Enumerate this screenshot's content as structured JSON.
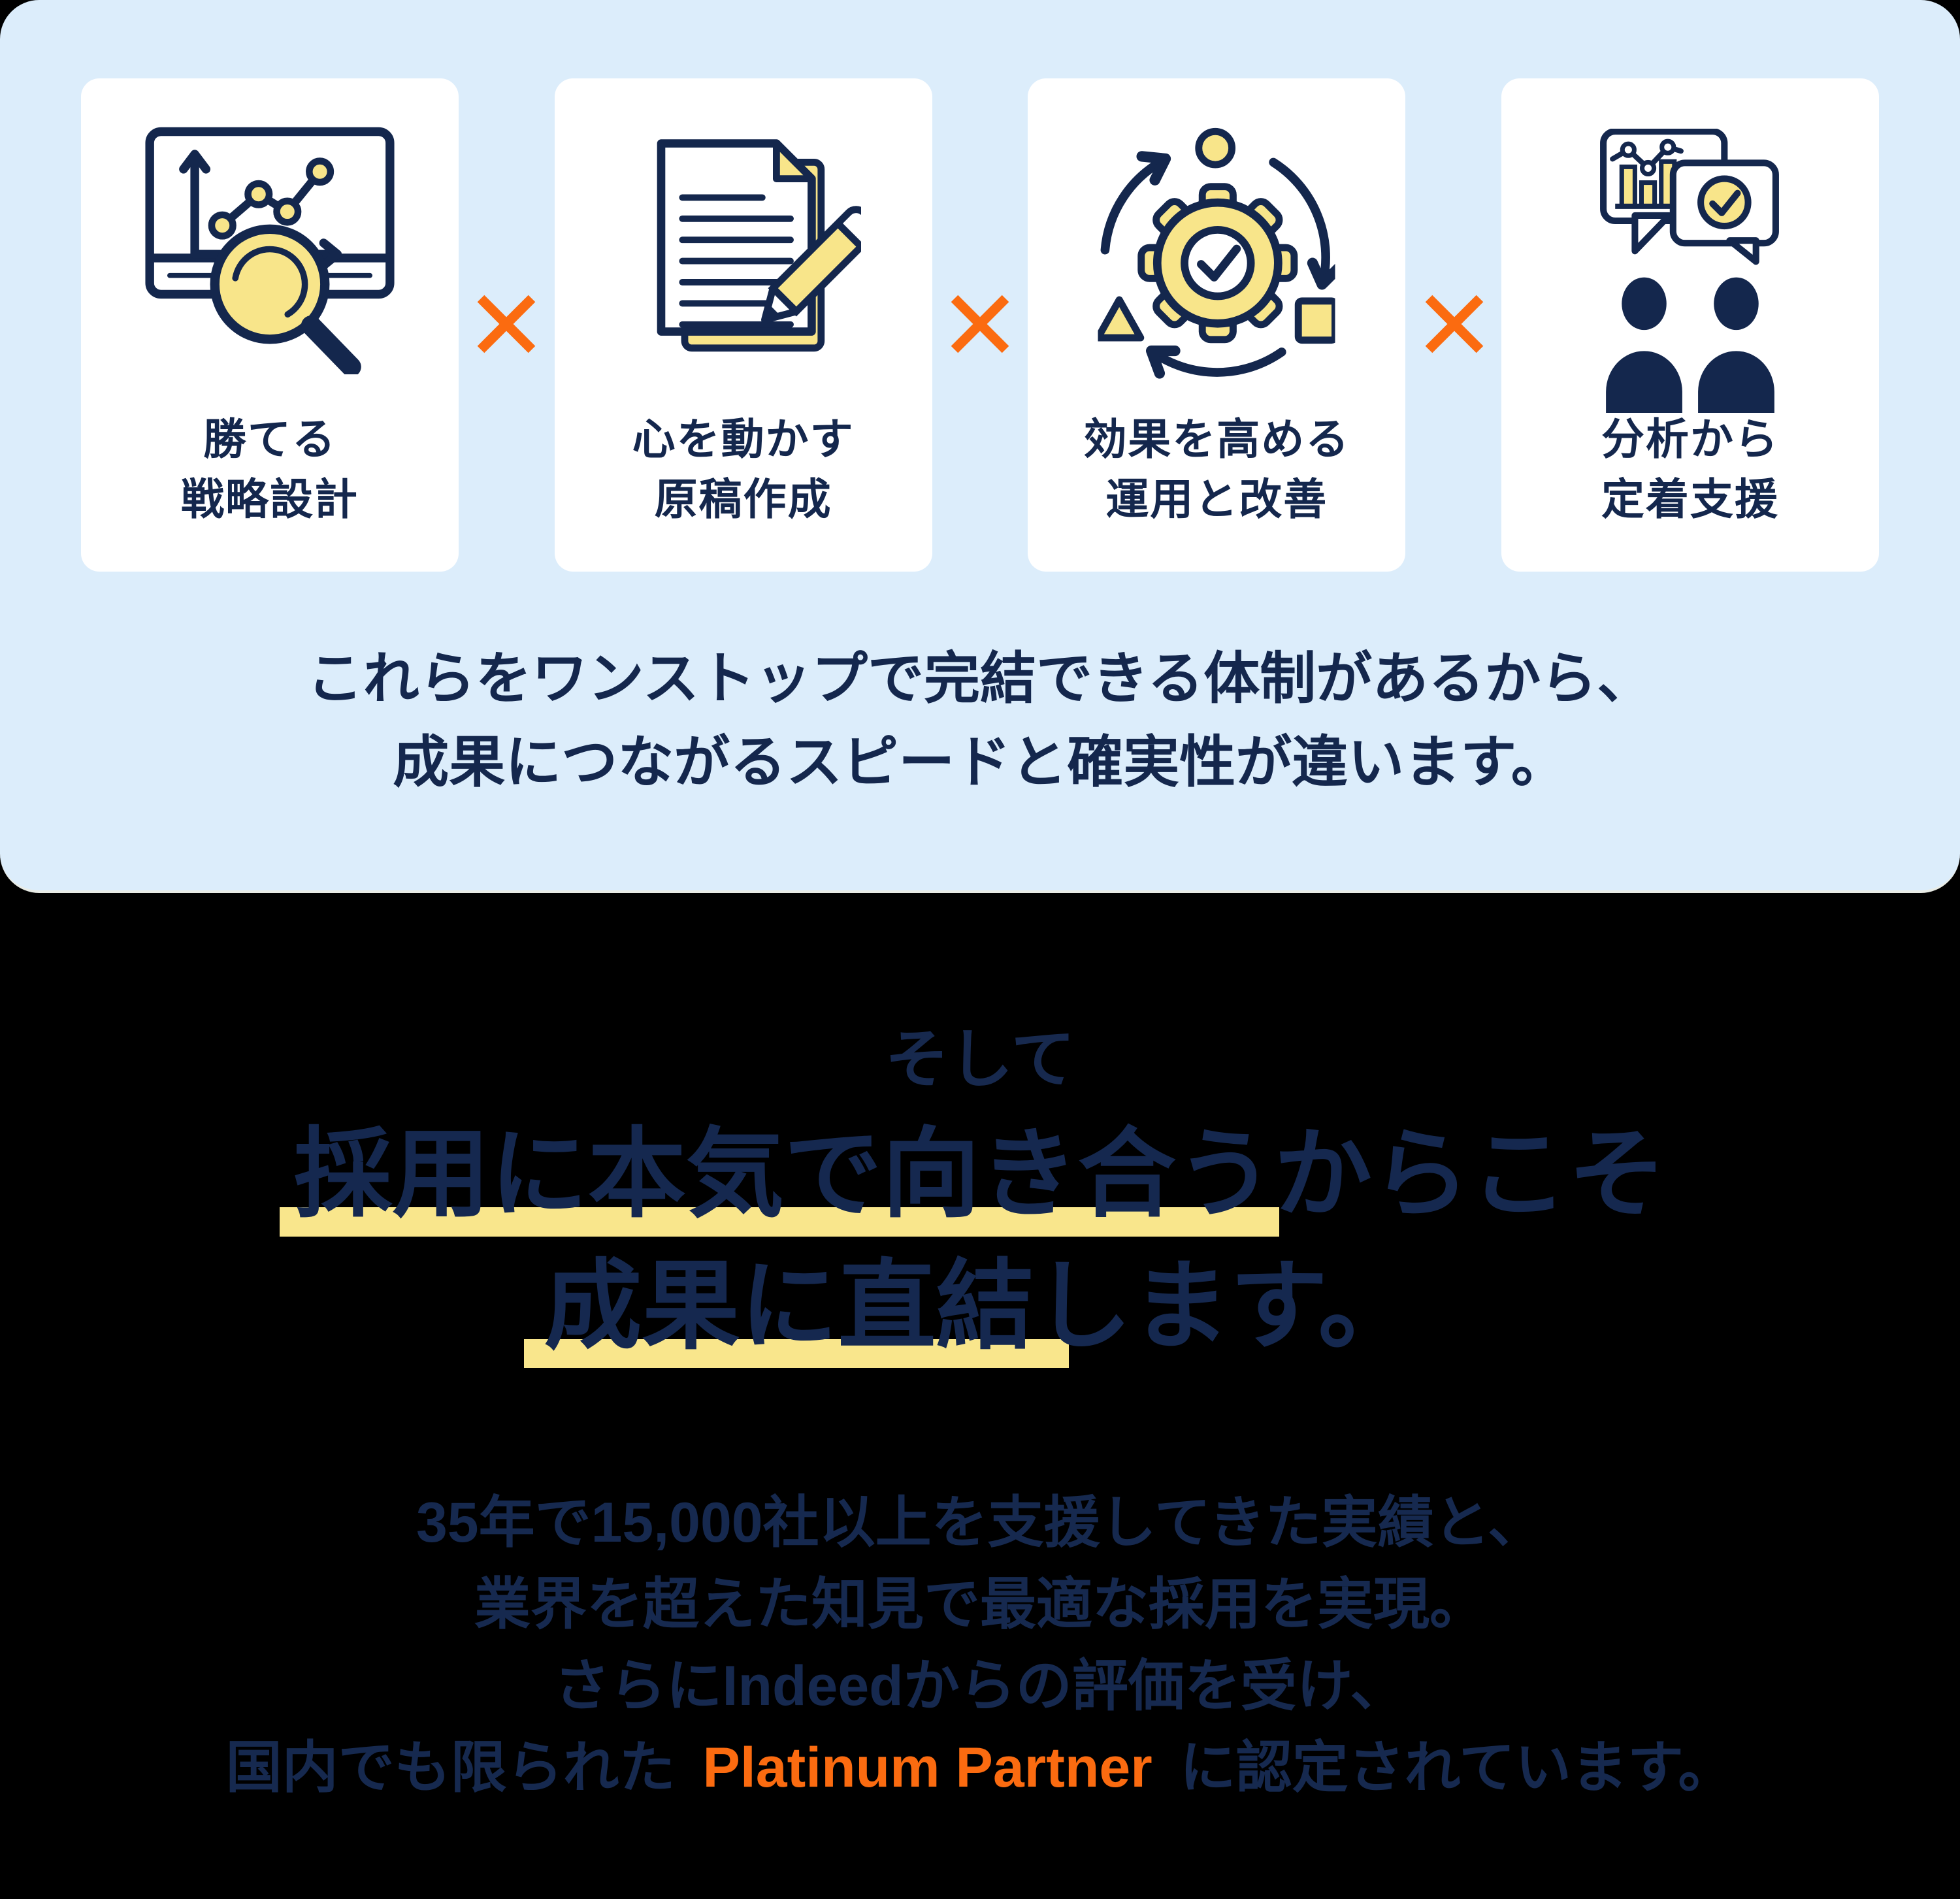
{
  "colors": {
    "background_black": "#000000",
    "panel_light_blue": "#DCEDFB",
    "card_white": "#FFFFFF",
    "text_navy": "#15284F",
    "icon_yellow": "#F8E58A",
    "highlight_yellow": "#F9E68C",
    "accent_orange": "#FB6B10"
  },
  "pillars": {
    "separator": "×",
    "cards": [
      {
        "icon": "strategy-analysis-icon",
        "label_lines": [
          "勝てる",
          "戦略設計"
        ]
      },
      {
        "icon": "document-writing-icon",
        "label_lines": [
          "心を動かす",
          "原稿作成"
        ]
      },
      {
        "icon": "operation-improvement-icon",
        "label_lines": [
          "効果を高める",
          "運用と改善"
        ]
      },
      {
        "icon": "analysis-retention-icon",
        "label_lines": [
          "分析から",
          "定着支援"
        ]
      }
    ],
    "summary_lines": [
      "これらをワンストップで完結できる体制があるから、",
      "成果につながるスピードと確実性が違います。"
    ]
  },
  "statement": {
    "lead_in": "そして",
    "headline_lines": [
      "採用に本気で向き合うからこそ",
      "成果に直結します。"
    ],
    "highlighted_phrases": [
      "採用に本気で向き合う",
      "成果に直結"
    ],
    "paragraph_lines": [
      "35年で15,000社以上を支援してきた実績と、",
      "業界を超えた知見で最適な採用を実現。",
      "さらにIndeedからの評価を受け、"
    ],
    "last_line": {
      "pre": "国内でも限られた ",
      "emphasis": "Platinum Partner",
      "post": " に認定されています。"
    }
  }
}
